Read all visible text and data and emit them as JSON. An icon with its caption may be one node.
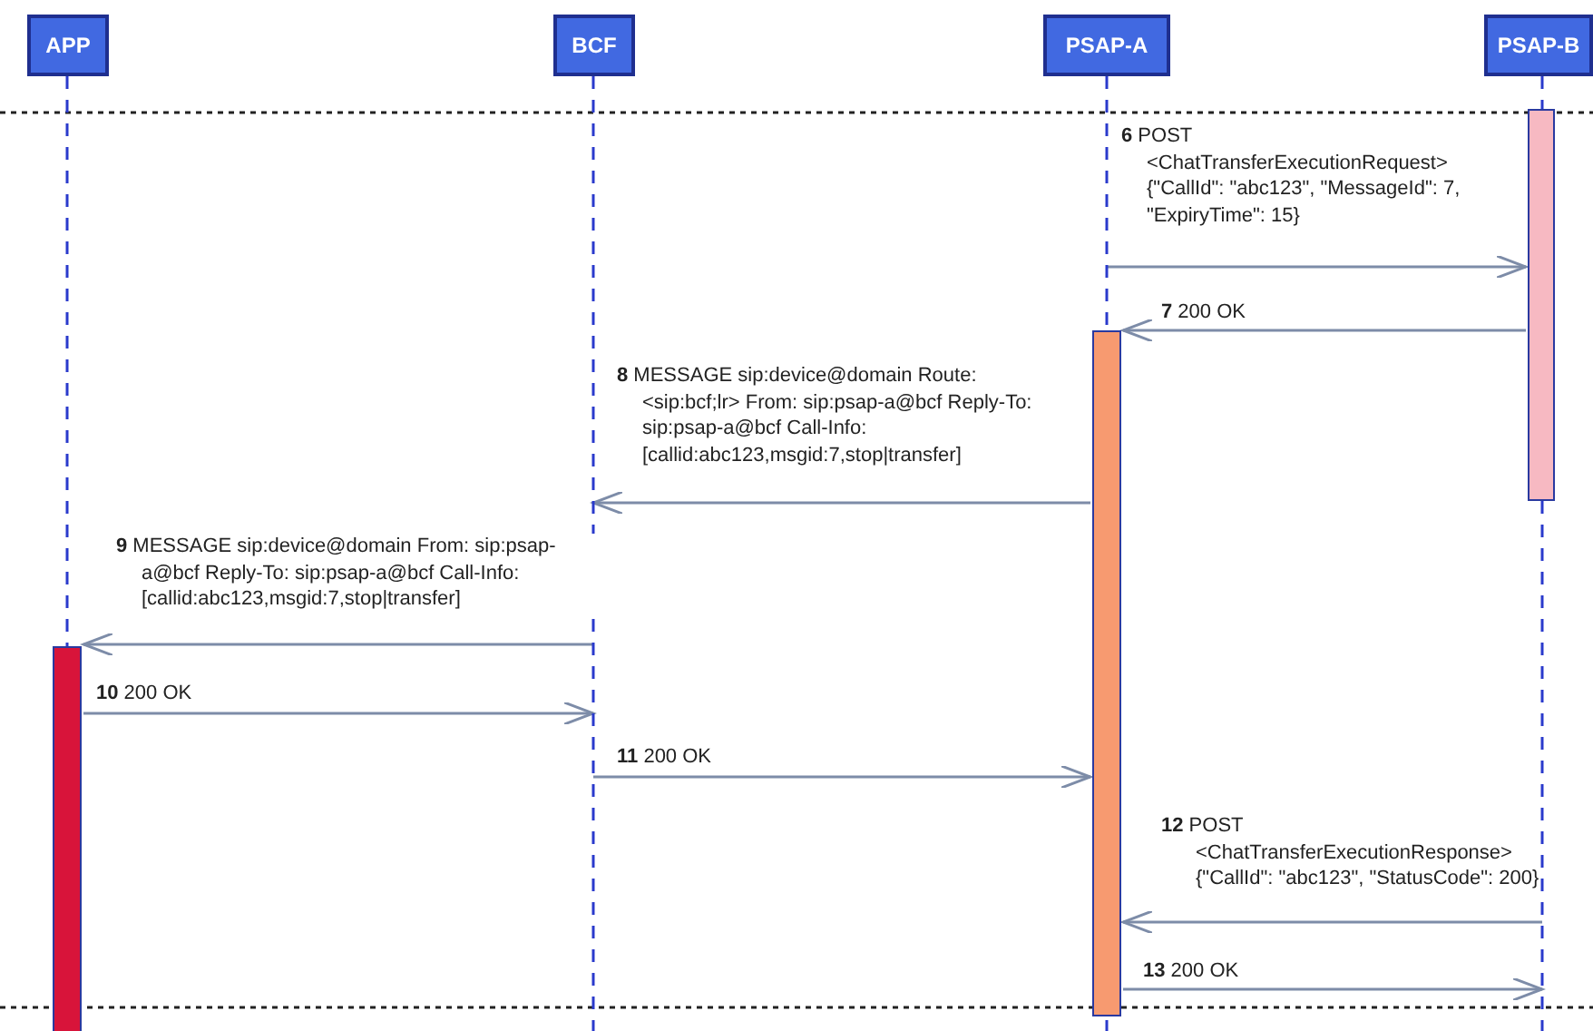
{
  "diagram": {
    "nodes": [
      {
        "text": [
          "APP"
        ]
      },
      {
        "text": [
          "BCF"
        ]
      },
      {
        "text": [
          "PSAP-A"
        ]
      },
      {
        "text": [
          "PSAP-B"
        ]
      },
      {
        "text": [],
        "shape": "bar",
        "in": 3
      },
      {
        "text": [],
        "shape": "bar",
        "in": 2
      },
      {
        "text": [],
        "shape": "bar",
        "in": 0
      }
    ],
    "edges": [
      {
        "from": 2,
        "to": 4,
        "arrow": "to",
        "label": "**6** POST <ChatTransferExecutionRequest> {\"CallId\": \"abc123\", \"MessageId\": 7, \"ExpiryTime\": 15}"
      },
      {
        "from": 4,
        "to": 5,
        "arrow": "to",
        "label": "**7** 200 OK"
      },
      {
        "from": 5,
        "to": 1,
        "arrow": "to",
        "label": "**8** MESSAGE sip:device@domain Route: <sip:bcf;lr> From: sip:psap-a@bcf Reply-To: sip:psap-a@bcf Call-Info: [callid:abc123,msgid:7,stop|transfer]"
      },
      {
        "from": 1,
        "to": 6,
        "arrow": "to",
        "label": "**9** MESSAGE sip:device@domain From: sip:psap-a@bcf Reply-To: sip:psap-a@bcf Call-Info: [callid:abc123,msgid:7,stop|transfer]"
      },
      {
        "from": 6,
        "to": 1,
        "arrow": "to",
        "label": "**10** 200 OK"
      },
      {
        "from": 1,
        "to": 5,
        "arrow": "to",
        "label": "**11** 200 OK"
      },
      {
        "from": 3,
        "to": 5,
        "arrow": "to",
        "label": "**12** POST <ChatTransferExecutionResponse> {\"CallId\": \"abc123\", \"StatusCode\": 200}"
      },
      {
        "from": 5,
        "to": 3,
        "arrow": "to",
        "label": "**13** 200 OK"
      }
    ]
  }
}
